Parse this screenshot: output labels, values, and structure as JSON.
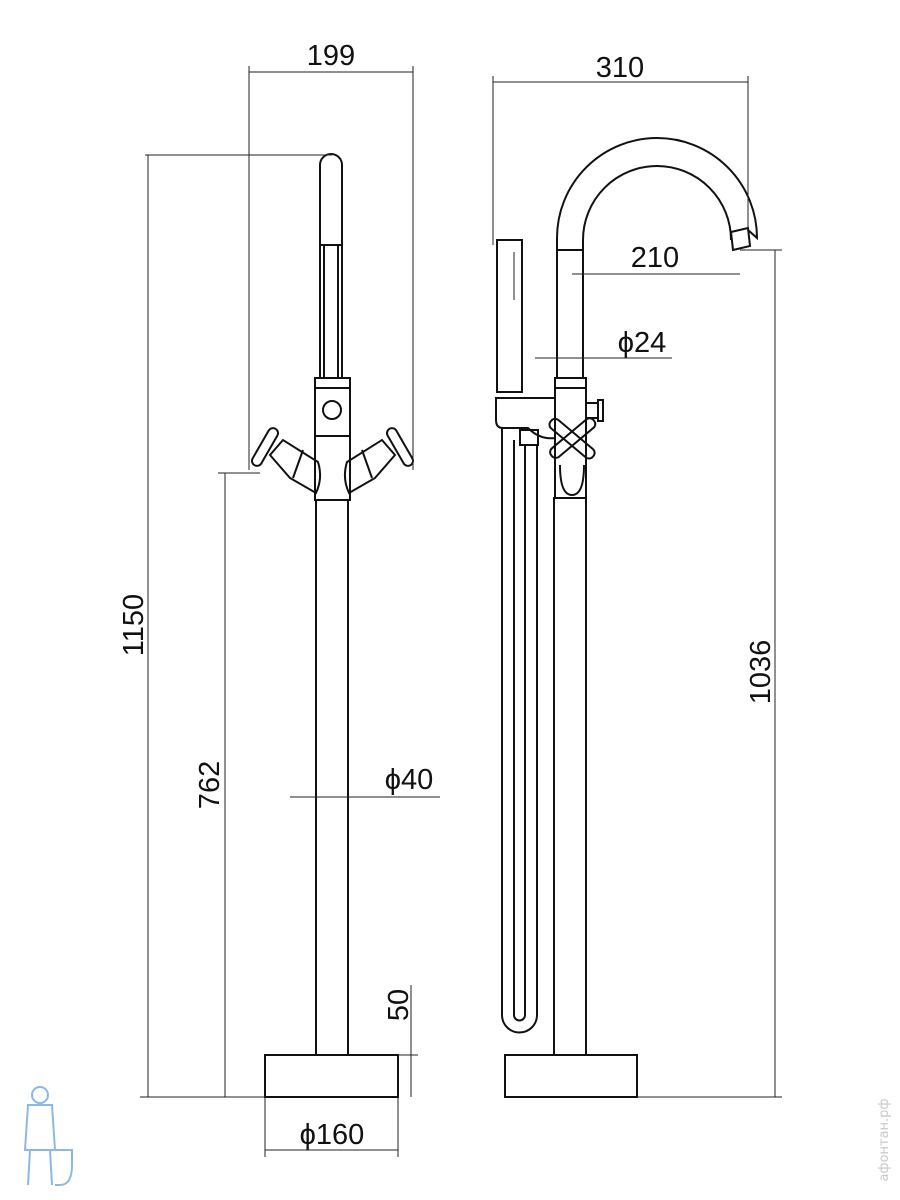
{
  "drawing": {
    "front_view": {
      "dim_width": "199",
      "dim_total_height": "1150",
      "dim_handle_height": "762",
      "dim_pipe_diameter": "ϕ40",
      "dim_base_height": "50",
      "dim_base_diameter": "ϕ160"
    },
    "side_view": {
      "dim_width": "310",
      "dim_spout_reach": "210",
      "dim_spout_diameter": "ϕ24",
      "dim_spout_height": "1036"
    }
  },
  "watermark": "афонтан.рф",
  "colors": {
    "line": "#111111",
    "logo": "#6fa8dc"
  }
}
